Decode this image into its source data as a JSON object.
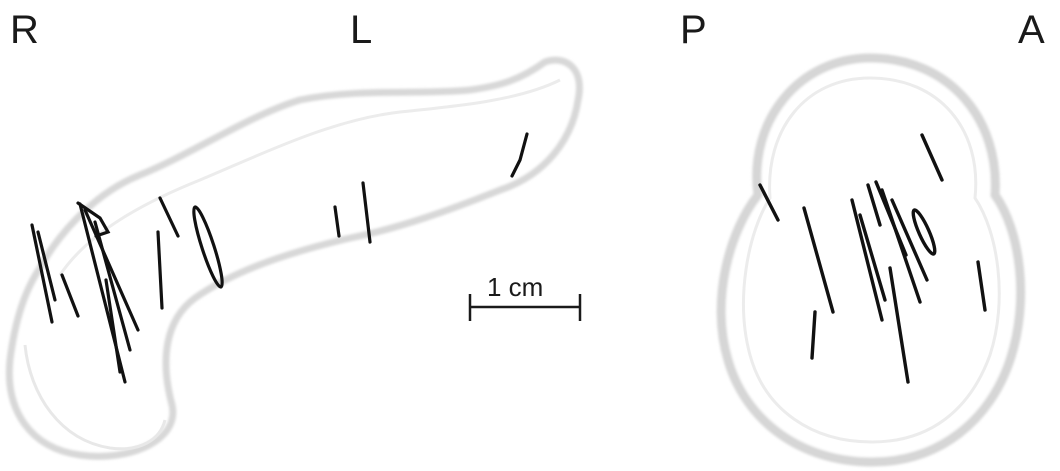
{
  "orientation_labels": {
    "right": "R",
    "left": "L",
    "posterior": "P",
    "anterior": "A"
  },
  "scale_bar": {
    "label": "1 cm"
  },
  "colors": {
    "outline": "#d6d6d6",
    "fill": "#ffffff",
    "segment_lines": "#e6e6e6",
    "marks": "#111111",
    "text": "#1a1a1a"
  }
}
